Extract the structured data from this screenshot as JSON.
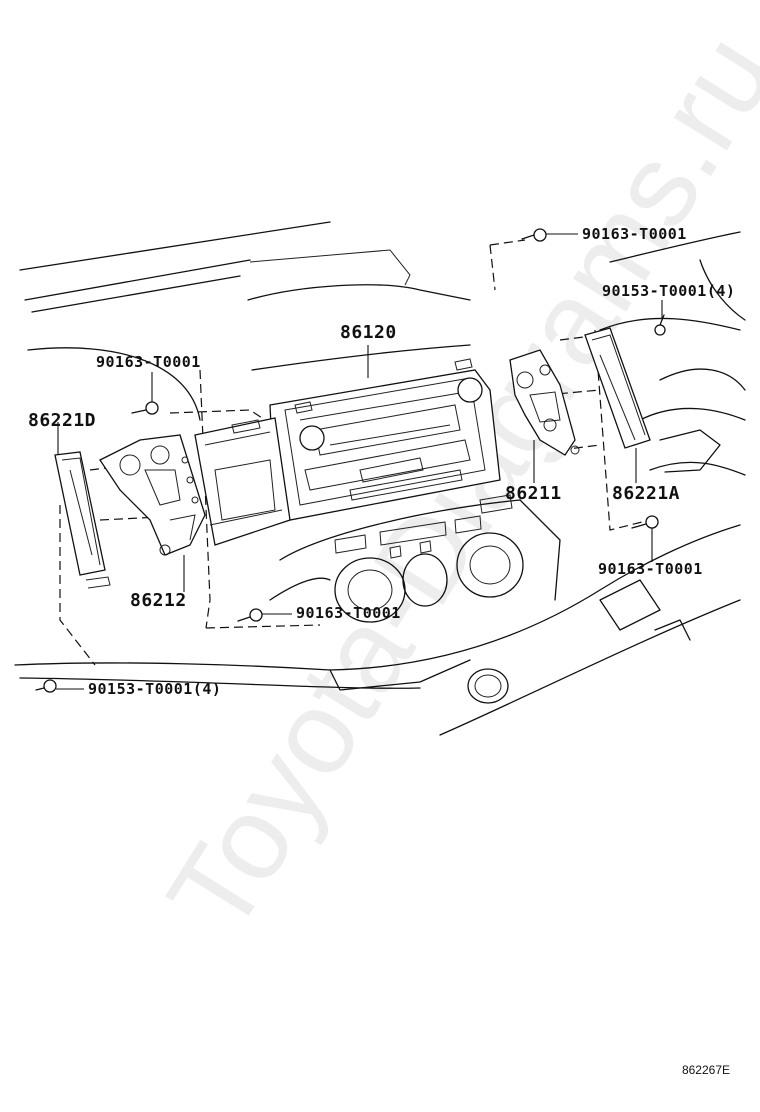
{
  "diagram": {
    "figure_id": "862267E",
    "watermark": "Toyota-Diagrams.ru",
    "callouts": {
      "bolt_top_right": "90163-T0001",
      "screw_top_right": "90153-T0001(4)",
      "audio_unit": "86120",
      "bolt_upper_left": "90163-T0001",
      "bracket_left_panel": "86221D",
      "bracket_right": "86211",
      "bracket_right_panel": "86221A",
      "bolt_right_lower": "90163-T0001",
      "bracket_left": "86212",
      "bolt_lower_center": "90163-T0001",
      "screw_bottom_left": "90153-T0001(4)"
    }
  }
}
